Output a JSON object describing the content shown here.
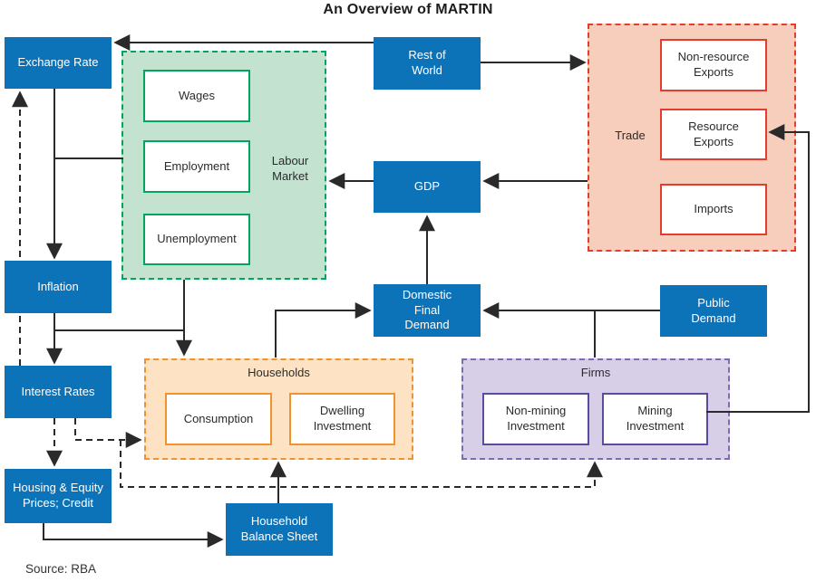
{
  "title": "An Overview of MARTIN",
  "source_note": "Source: RBA",
  "colors": {
    "node_blue": "#0d73b9",
    "arrow": "#2a2a2a",
    "labour_fill": "#c3e2d0",
    "labour_border": "#00a65d",
    "trade_fill": "#f7cdbb",
    "trade_border": "#e73b2d",
    "households_fill": "#fde3c3",
    "households_border": "#f0932d",
    "firms_fill": "#d6cfe7",
    "firms_border": "#7e6cb3"
  },
  "nodes": {
    "exchange_rate": "Exchange Rate",
    "rest_of_world": "Rest of World",
    "gdp": "GDP",
    "inflation": "Inflation",
    "interest_rates": "Interest Rates",
    "housing_equity": "Housing & Equity Prices; Credit",
    "domestic_final_demand": "Domestic Final Demand",
    "public_demand": "Public Demand",
    "household_balance_sheet": "Household Balance Sheet"
  },
  "groups": {
    "labour_market": {
      "label": "Labour Market",
      "items": [
        "Wages",
        "Employment",
        "Unemployment"
      ]
    },
    "trade": {
      "label": "Trade",
      "items": [
        "Non-resource Exports",
        "Resource Exports",
        "Imports"
      ]
    },
    "households": {
      "label": "Households",
      "items": [
        "Consumption",
        "Dwelling Investment"
      ]
    },
    "firms": {
      "label": "Firms",
      "items": [
        "Non-mining Investment",
        "Mining Investment"
      ]
    }
  }
}
